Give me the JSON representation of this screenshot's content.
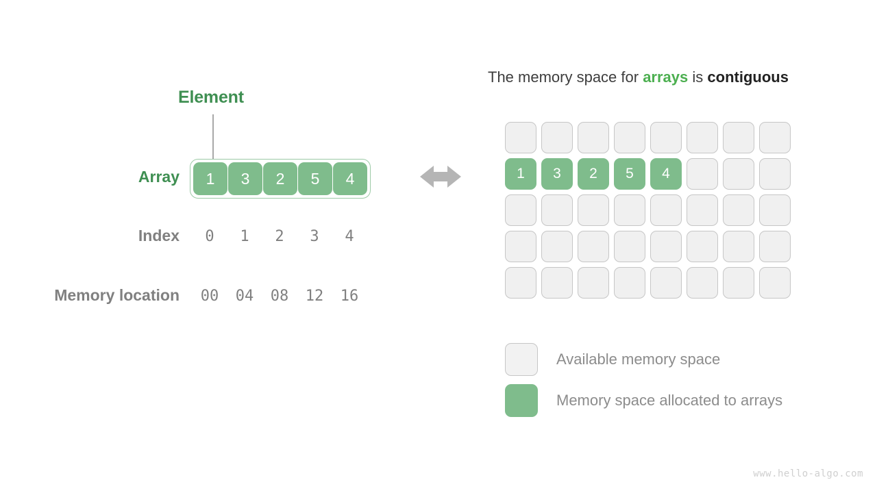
{
  "colors": {
    "green_fill": "#7fbc8c",
    "green_dark_text": "#3f8f52",
    "green_accent": "#4caf50",
    "grey_text": "#808080",
    "grey_light_fill": "#f0f0f0",
    "grey_border": "#c6c6c6",
    "arrow_grey": "#b5b5b5",
    "watermark_grey": "#cfcfcf"
  },
  "left": {
    "element_label": "Element",
    "row_labels": {
      "array": "Array",
      "index": "Index",
      "memory_location": "Memory location"
    },
    "array_values": [
      "1",
      "3",
      "2",
      "5",
      "4"
    ],
    "index_values": [
      "0",
      "1",
      "2",
      "3",
      "4"
    ],
    "memory_locations": [
      "00",
      "04",
      "08",
      "12",
      "16"
    ],
    "arrow_icon": "double-arrow-horizontal-icon"
  },
  "right": {
    "title": {
      "part1": "The memory space for ",
      "highlight_green": "arrays",
      "part2": " is ",
      "highlight_bold": "contiguous"
    },
    "grid": {
      "columns": 8,
      "rows": 5,
      "filled_row_index": 1,
      "filled_values": [
        "1",
        "3",
        "2",
        "5",
        "4"
      ],
      "cells": [
        [
          "",
          "",
          "",
          "",
          "",
          "",
          "",
          ""
        ],
        [
          "1",
          "3",
          "2",
          "5",
          "4",
          "",
          "",
          ""
        ],
        [
          "",
          "",
          "",
          "",
          "",
          "",
          "",
          ""
        ],
        [
          "",
          "",
          "",
          "",
          "",
          "",
          "",
          ""
        ],
        [
          "",
          "",
          "",
          "",
          "",
          "",
          "",
          ""
        ]
      ]
    },
    "legend": [
      {
        "swatch": "free",
        "label": "Available memory space"
      },
      {
        "swatch": "used",
        "label": "Memory space allocated to arrays"
      }
    ]
  },
  "watermark": "www.hello-algo.com"
}
